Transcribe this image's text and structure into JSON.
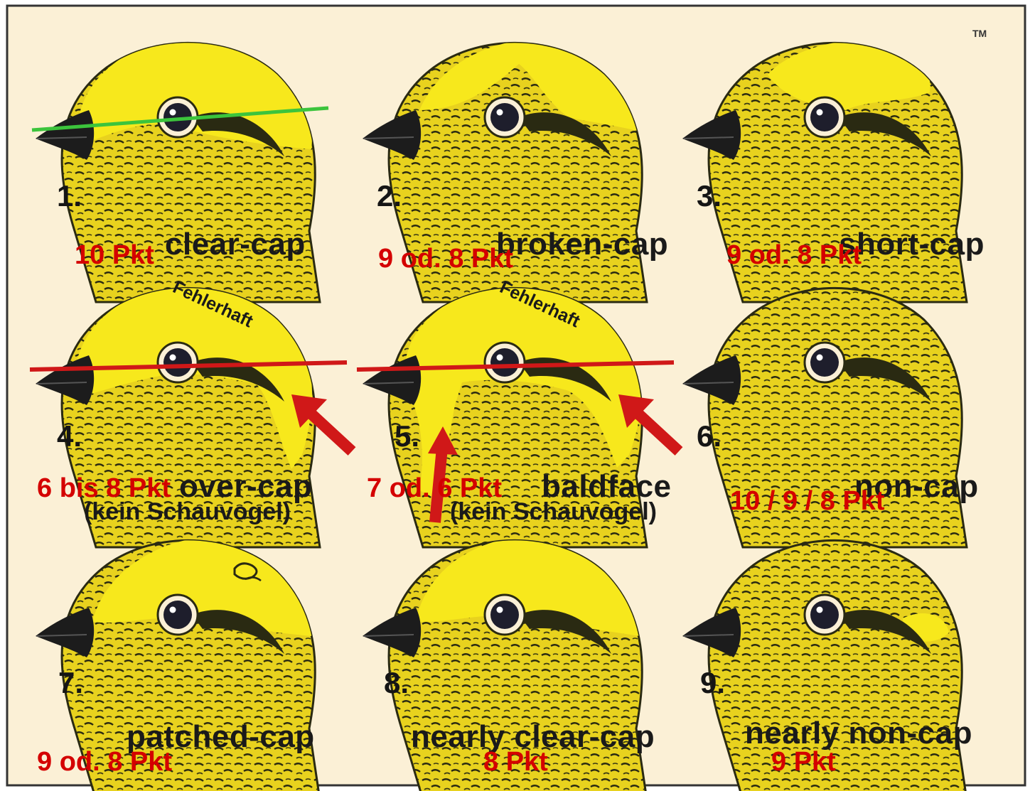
{
  "trademark": "TM",
  "colors": {
    "background": "#fbf0d6",
    "cap_yellow": "#f7e81c",
    "feather_dark": "#2a2a12",
    "beak": "#1c1c1c",
    "good_line": "#3cc43c",
    "fault_line": "#d01818",
    "score_text": "#d40000"
  },
  "faulty_label": "Fehlerhaft",
  "cells": [
    {
      "number": "1.",
      "label": "clear-cap",
      "sublabel": "",
      "score": "10 Pkt",
      "cap": "full",
      "marker": "green-line",
      "arrows": "none"
    },
    {
      "number": "2.",
      "label": "broken-cap",
      "sublabel": "",
      "score": "9 od. 8 Pkt",
      "cap": "broken",
      "marker": "none",
      "arrows": "none"
    },
    {
      "number": "3.",
      "label": "short-cap",
      "sublabel": "",
      "score": "9 od. 8 Pkt",
      "cap": "short",
      "marker": "none",
      "arrows": "none"
    },
    {
      "number": "4.",
      "label": "over-cap",
      "sublabel": "(kein Schauvogel)",
      "score": "6 bis 8  Pkt",
      "cap": "over",
      "marker": "red-line",
      "arrows": "one"
    },
    {
      "number": "5.",
      "label": "baldface",
      "sublabel": "(kein Schauvogel)",
      "score": "7 od. 6 Pkt",
      "cap": "bald",
      "marker": "red-line",
      "arrows": "two"
    },
    {
      "number": "6.",
      "label": "non-cap",
      "sublabel": "",
      "score": "10 / 9 / 8 Pkt",
      "cap": "none",
      "marker": "none",
      "arrows": "none"
    },
    {
      "number": "7.",
      "label": "patched-cap",
      "sublabel": "",
      "score": "9 od. 8 Pkt",
      "cap": "patched",
      "marker": "none",
      "arrows": "none"
    },
    {
      "number": "8.",
      "label": "nearly clear-cap",
      "sublabel": "",
      "score": "8 Pkt",
      "cap": "nearly-full",
      "marker": "none",
      "arrows": "none"
    },
    {
      "number": "9.",
      "label": "nearly non-cap",
      "sublabel": "",
      "score": "9 Pkt",
      "cap": "spot",
      "marker": "none",
      "arrows": "none"
    }
  ]
}
